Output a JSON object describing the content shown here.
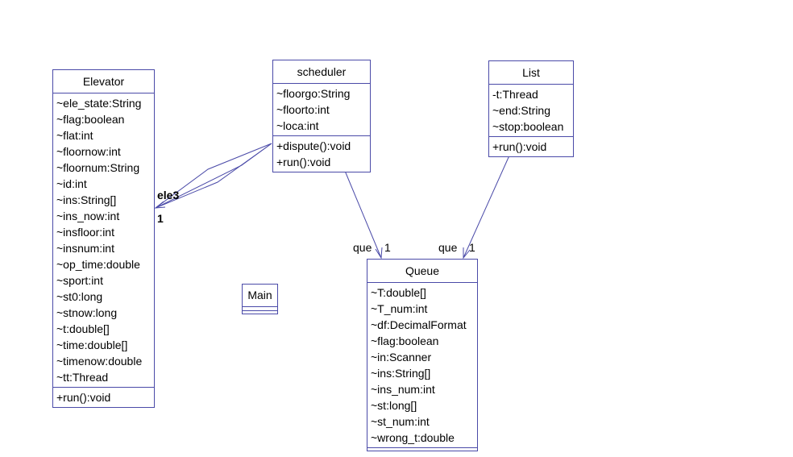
{
  "diagram": {
    "line_color": "#4a4aa8",
    "classes": {
      "elevator": {
        "name": "Elevator",
        "attributes": [
          "~ele_state:String",
          "~flag:boolean",
          "~flat:int",
          "~floornow:int",
          "~floornum:String",
          "~id:int",
          "~ins:String[]",
          "~ins_now:int",
          "~insfloor:int",
          "~insnum:int",
          "~op_time:double",
          "~sport:int",
          "~st0:long",
          "~stnow:long",
          "~t:double[]",
          "~time:double[]",
          "~timenow:double",
          "~tt:Thread"
        ],
        "operations": [
          "+run():void"
        ]
      },
      "scheduler": {
        "name": "scheduler",
        "attributes": [
          "~floorgo:String",
          "~floorto:int",
          "~loca:int"
        ],
        "operations": [
          "+dispute():void",
          "+run():void"
        ]
      },
      "list": {
        "name": "List",
        "attributes": [
          "-t:Thread",
          "~end:String",
          "~stop:boolean"
        ],
        "operations": [
          "+run():void"
        ]
      },
      "queue": {
        "name": "Queue",
        "attributes": [
          "~T:double[]",
          "~T_num:int",
          "~df:DecimalFormat",
          "~flag:boolean",
          "~in:Scanner",
          "~ins:String[]",
          "~ins_num:int",
          "~st:long[]",
          "~st_num:int",
          "~wrong_t:double"
        ],
        "operations": []
      },
      "main": {
        "name": "Main",
        "attributes": [],
        "operations": []
      }
    },
    "associations": {
      "scheduler_elevator": {
        "role": "ele3",
        "multiplicity": "1"
      },
      "scheduler_queue": {
        "role": "que",
        "multiplicity": "1"
      },
      "list_queue": {
        "role": "que",
        "multiplicity": "1"
      }
    }
  }
}
